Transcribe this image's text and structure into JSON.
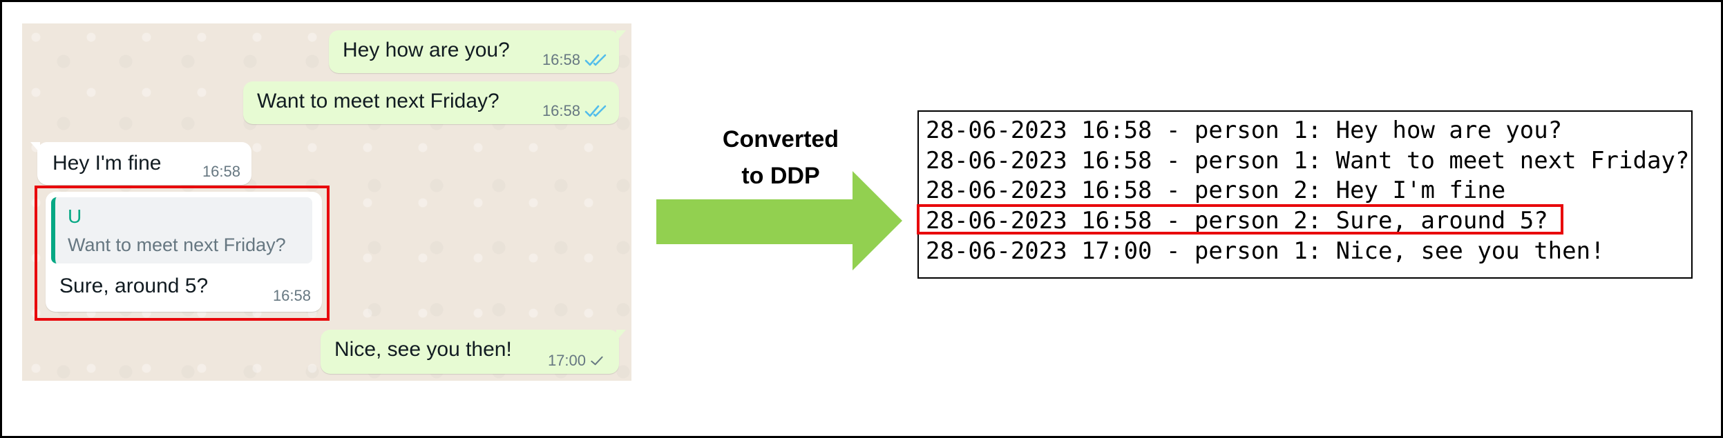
{
  "chat": {
    "messages": [
      {
        "text": "Hey how are you?",
        "time": "16:58",
        "status": "double-check-read"
      },
      {
        "text": "Want to meet next Friday?",
        "time": "16:58",
        "status": "double-check-read"
      },
      {
        "text": "Hey I'm fine",
        "time": "16:58"
      },
      {
        "quote_author": "U",
        "quote_text": "Want to meet next Friday?",
        "text": "Sure, around 5?",
        "time": "16:58"
      },
      {
        "text": "Nice, see you then!",
        "time": "17:00",
        "status": "single-check-sent"
      }
    ],
    "colors": {
      "outgoing": "#e7fbd3",
      "incoming": "#ffffff",
      "read_ticks": "#53bdeb",
      "quote_accent": "#06a884",
      "highlight": "#e8090c"
    }
  },
  "arrow": {
    "label_line1": "Converted",
    "label_line2": "to DDP",
    "color": "#92d050"
  },
  "log": {
    "lines": [
      "28-06-2023 16:58 - person 1: Hey how are you?",
      "28-06-2023 16:58 - person 1: Want to meet next Friday?",
      "28-06-2023 16:58 - person 2: Hey I'm fine",
      "28-06-2023 16:58 - person 2: Sure, around 5?",
      "28-06-2023 17:00 - person 1: Nice, see you then!"
    ]
  }
}
